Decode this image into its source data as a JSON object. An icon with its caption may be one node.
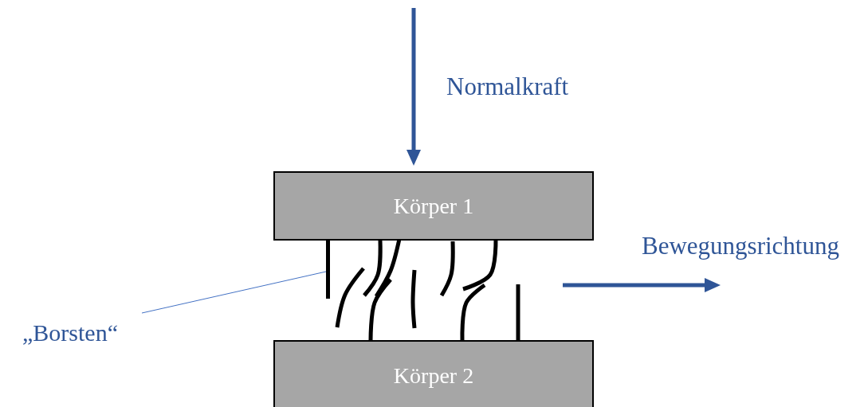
{
  "diagram": {
    "nodes": [
      {
        "text": [
          "Körper 1"
        ]
      },
      {
        "text": [
          "Körper 2"
        ]
      },
      {
        "text": [
          "„Borsten“"
        ]
      },
      {
        "text": [],
        "shape": "bar"
      }
    ],
    "edges": [
      {
        "from": 2,
        "to": 3,
        "arrow": "none"
      }
    ],
    "labels": [
      "Normalkraft",
      "Bewegungsrichtung"
    ]
  }
}
